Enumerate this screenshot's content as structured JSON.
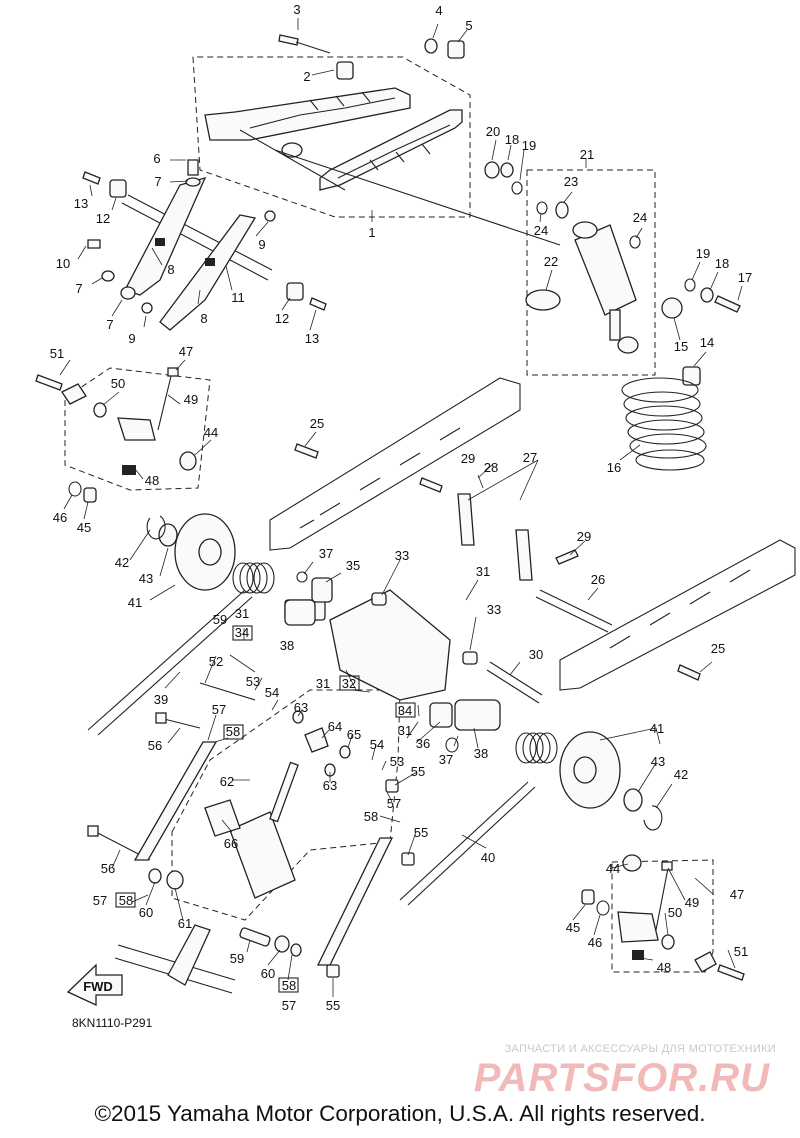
{
  "diagram": {
    "callouts": [
      {
        "id": "c3",
        "label": "3"
      },
      {
        "id": "c4",
        "label": "4"
      },
      {
        "id": "c5",
        "label": "5"
      },
      {
        "id": "c2",
        "label": "2"
      },
      {
        "id": "c1",
        "label": "1"
      },
      {
        "id": "c6",
        "label": "6"
      },
      {
        "id": "c7a",
        "label": "7"
      },
      {
        "id": "c13a",
        "label": "13"
      },
      {
        "id": "c12a",
        "label": "12"
      },
      {
        "id": "c9a",
        "label": "9"
      },
      {
        "id": "c10",
        "label": "10"
      },
      {
        "id": "c7b",
        "label": "7"
      },
      {
        "id": "c8a",
        "label": "8"
      },
      {
        "id": "c11",
        "label": "11"
      },
      {
        "id": "c7c",
        "label": "7"
      },
      {
        "id": "c9b",
        "label": "9"
      },
      {
        "id": "c8b",
        "label": "8"
      },
      {
        "id": "c12b",
        "label": "12"
      },
      {
        "id": "c13b",
        "label": "13"
      },
      {
        "id": "c20",
        "label": "20"
      },
      {
        "id": "c18a",
        "label": "18"
      },
      {
        "id": "c19a",
        "label": "19"
      },
      {
        "id": "c21",
        "label": "21"
      },
      {
        "id": "c23",
        "label": "23"
      },
      {
        "id": "c24a",
        "label": "24"
      },
      {
        "id": "c24b",
        "label": "24"
      },
      {
        "id": "c22",
        "label": "22"
      },
      {
        "id": "c19b",
        "label": "19"
      },
      {
        "id": "c18b",
        "label": "18"
      },
      {
        "id": "c17",
        "label": "17"
      },
      {
        "id": "c15",
        "label": "15"
      },
      {
        "id": "c14",
        "label": "14"
      },
      {
        "id": "c16",
        "label": "16"
      },
      {
        "id": "c51a",
        "label": "51"
      },
      {
        "id": "c47a",
        "label": "47"
      },
      {
        "id": "c50a",
        "label": "50"
      },
      {
        "id": "c49a",
        "label": "49"
      },
      {
        "id": "c44a",
        "label": "44"
      },
      {
        "id": "c48a",
        "label": "48"
      },
      {
        "id": "c46a",
        "label": "46"
      },
      {
        "id": "c45a",
        "label": "45"
      },
      {
        "id": "c25a",
        "label": "25"
      },
      {
        "id": "c28",
        "label": "28"
      },
      {
        "id": "c27",
        "label": "27"
      },
      {
        "id": "c29a",
        "label": "29"
      },
      {
        "id": "c29b",
        "label": "29"
      },
      {
        "id": "c26",
        "label": "26"
      },
      {
        "id": "c42a",
        "label": "42"
      },
      {
        "id": "c43a",
        "label": "43"
      },
      {
        "id": "c41a",
        "label": "41"
      },
      {
        "id": "c37a",
        "label": "37"
      },
      {
        "id": "c35",
        "label": "35"
      },
      {
        "id": "c33a",
        "label": "33"
      },
      {
        "id": "c31a",
        "label": "31"
      },
      {
        "id": "c31b",
        "label": "31"
      },
      {
        "id": "c34a",
        "label": "34"
      },
      {
        "id": "c33b",
        "label": "33"
      },
      {
        "id": "c38a",
        "label": "38"
      },
      {
        "id": "c59a",
        "label": "59"
      },
      {
        "id": "c52",
        "label": "52"
      },
      {
        "id": "c39",
        "label": "39"
      },
      {
        "id": "c30",
        "label": "30"
      },
      {
        "id": "c31c",
        "label": "31"
      },
      {
        "id": "c32",
        "label": "32"
      },
      {
        "id": "c53a",
        "label": "53"
      },
      {
        "id": "c54a",
        "label": "54"
      },
      {
        "id": "c34b",
        "label": "34"
      },
      {
        "id": "c31d",
        "label": "31"
      },
      {
        "id": "c25b",
        "label": "25"
      },
      {
        "id": "c41b",
        "label": "41"
      },
      {
        "id": "c57a",
        "label": "57"
      },
      {
        "id": "c58a",
        "label": "58"
      },
      {
        "id": "c56a",
        "label": "56"
      },
      {
        "id": "c63a",
        "label": "63"
      },
      {
        "id": "c64",
        "label": "64"
      },
      {
        "id": "c65",
        "label": "65"
      },
      {
        "id": "c54b",
        "label": "54"
      },
      {
        "id": "c36",
        "label": "36"
      },
      {
        "id": "c37b",
        "label": "37"
      },
      {
        "id": "c38b",
        "label": "38"
      },
      {
        "id": "c43b",
        "label": "43"
      },
      {
        "id": "c42b",
        "label": "42"
      },
      {
        "id": "c63b",
        "label": "63"
      },
      {
        "id": "c53b",
        "label": "53"
      },
      {
        "id": "c55a",
        "label": "55"
      },
      {
        "id": "c57b",
        "label": "57"
      },
      {
        "id": "c62",
        "label": "62"
      },
      {
        "id": "c58b",
        "label": "58"
      },
      {
        "id": "c55b",
        "label": "55"
      },
      {
        "id": "c66",
        "label": "66"
      },
      {
        "id": "c40",
        "label": "40"
      },
      {
        "id": "c56b",
        "label": "56"
      },
      {
        "id": "c44b",
        "label": "44"
      },
      {
        "id": "c57c",
        "label": "57"
      },
      {
        "id": "c58c",
        "label": "58"
      },
      {
        "id": "c60a",
        "label": "60"
      },
      {
        "id": "c61",
        "label": "61"
      },
      {
        "id": "c49b",
        "label": "49"
      },
      {
        "id": "c47b",
        "label": "47"
      },
      {
        "id": "c50b",
        "label": "50"
      },
      {
        "id": "c45b",
        "label": "45"
      },
      {
        "id": "c46b",
        "label": "46"
      },
      {
        "id": "c59b",
        "label": "59"
      },
      {
        "id": "c60b",
        "label": "60"
      },
      {
        "id": "c58d",
        "label": "58"
      },
      {
        "id": "c57d",
        "label": "57"
      },
      {
        "id": "c55c",
        "label": "55"
      },
      {
        "id": "c48b",
        "label": "48"
      },
      {
        "id": "c51b",
        "label": "51"
      }
    ],
    "fwd_label": "FWD"
  },
  "footer": {
    "doc_code": "8KN1110-P291",
    "copyright": "©2015 Yamaha Motor Corporation, U.S.A. All rights reserved.",
    "watermark_tagline": "ЗАПЧАСТИ И АКСЕССУАРЫ ДЛЯ МОТОТЕХНИКИ",
    "watermark_logo": "PARTSFOR.RU"
  }
}
